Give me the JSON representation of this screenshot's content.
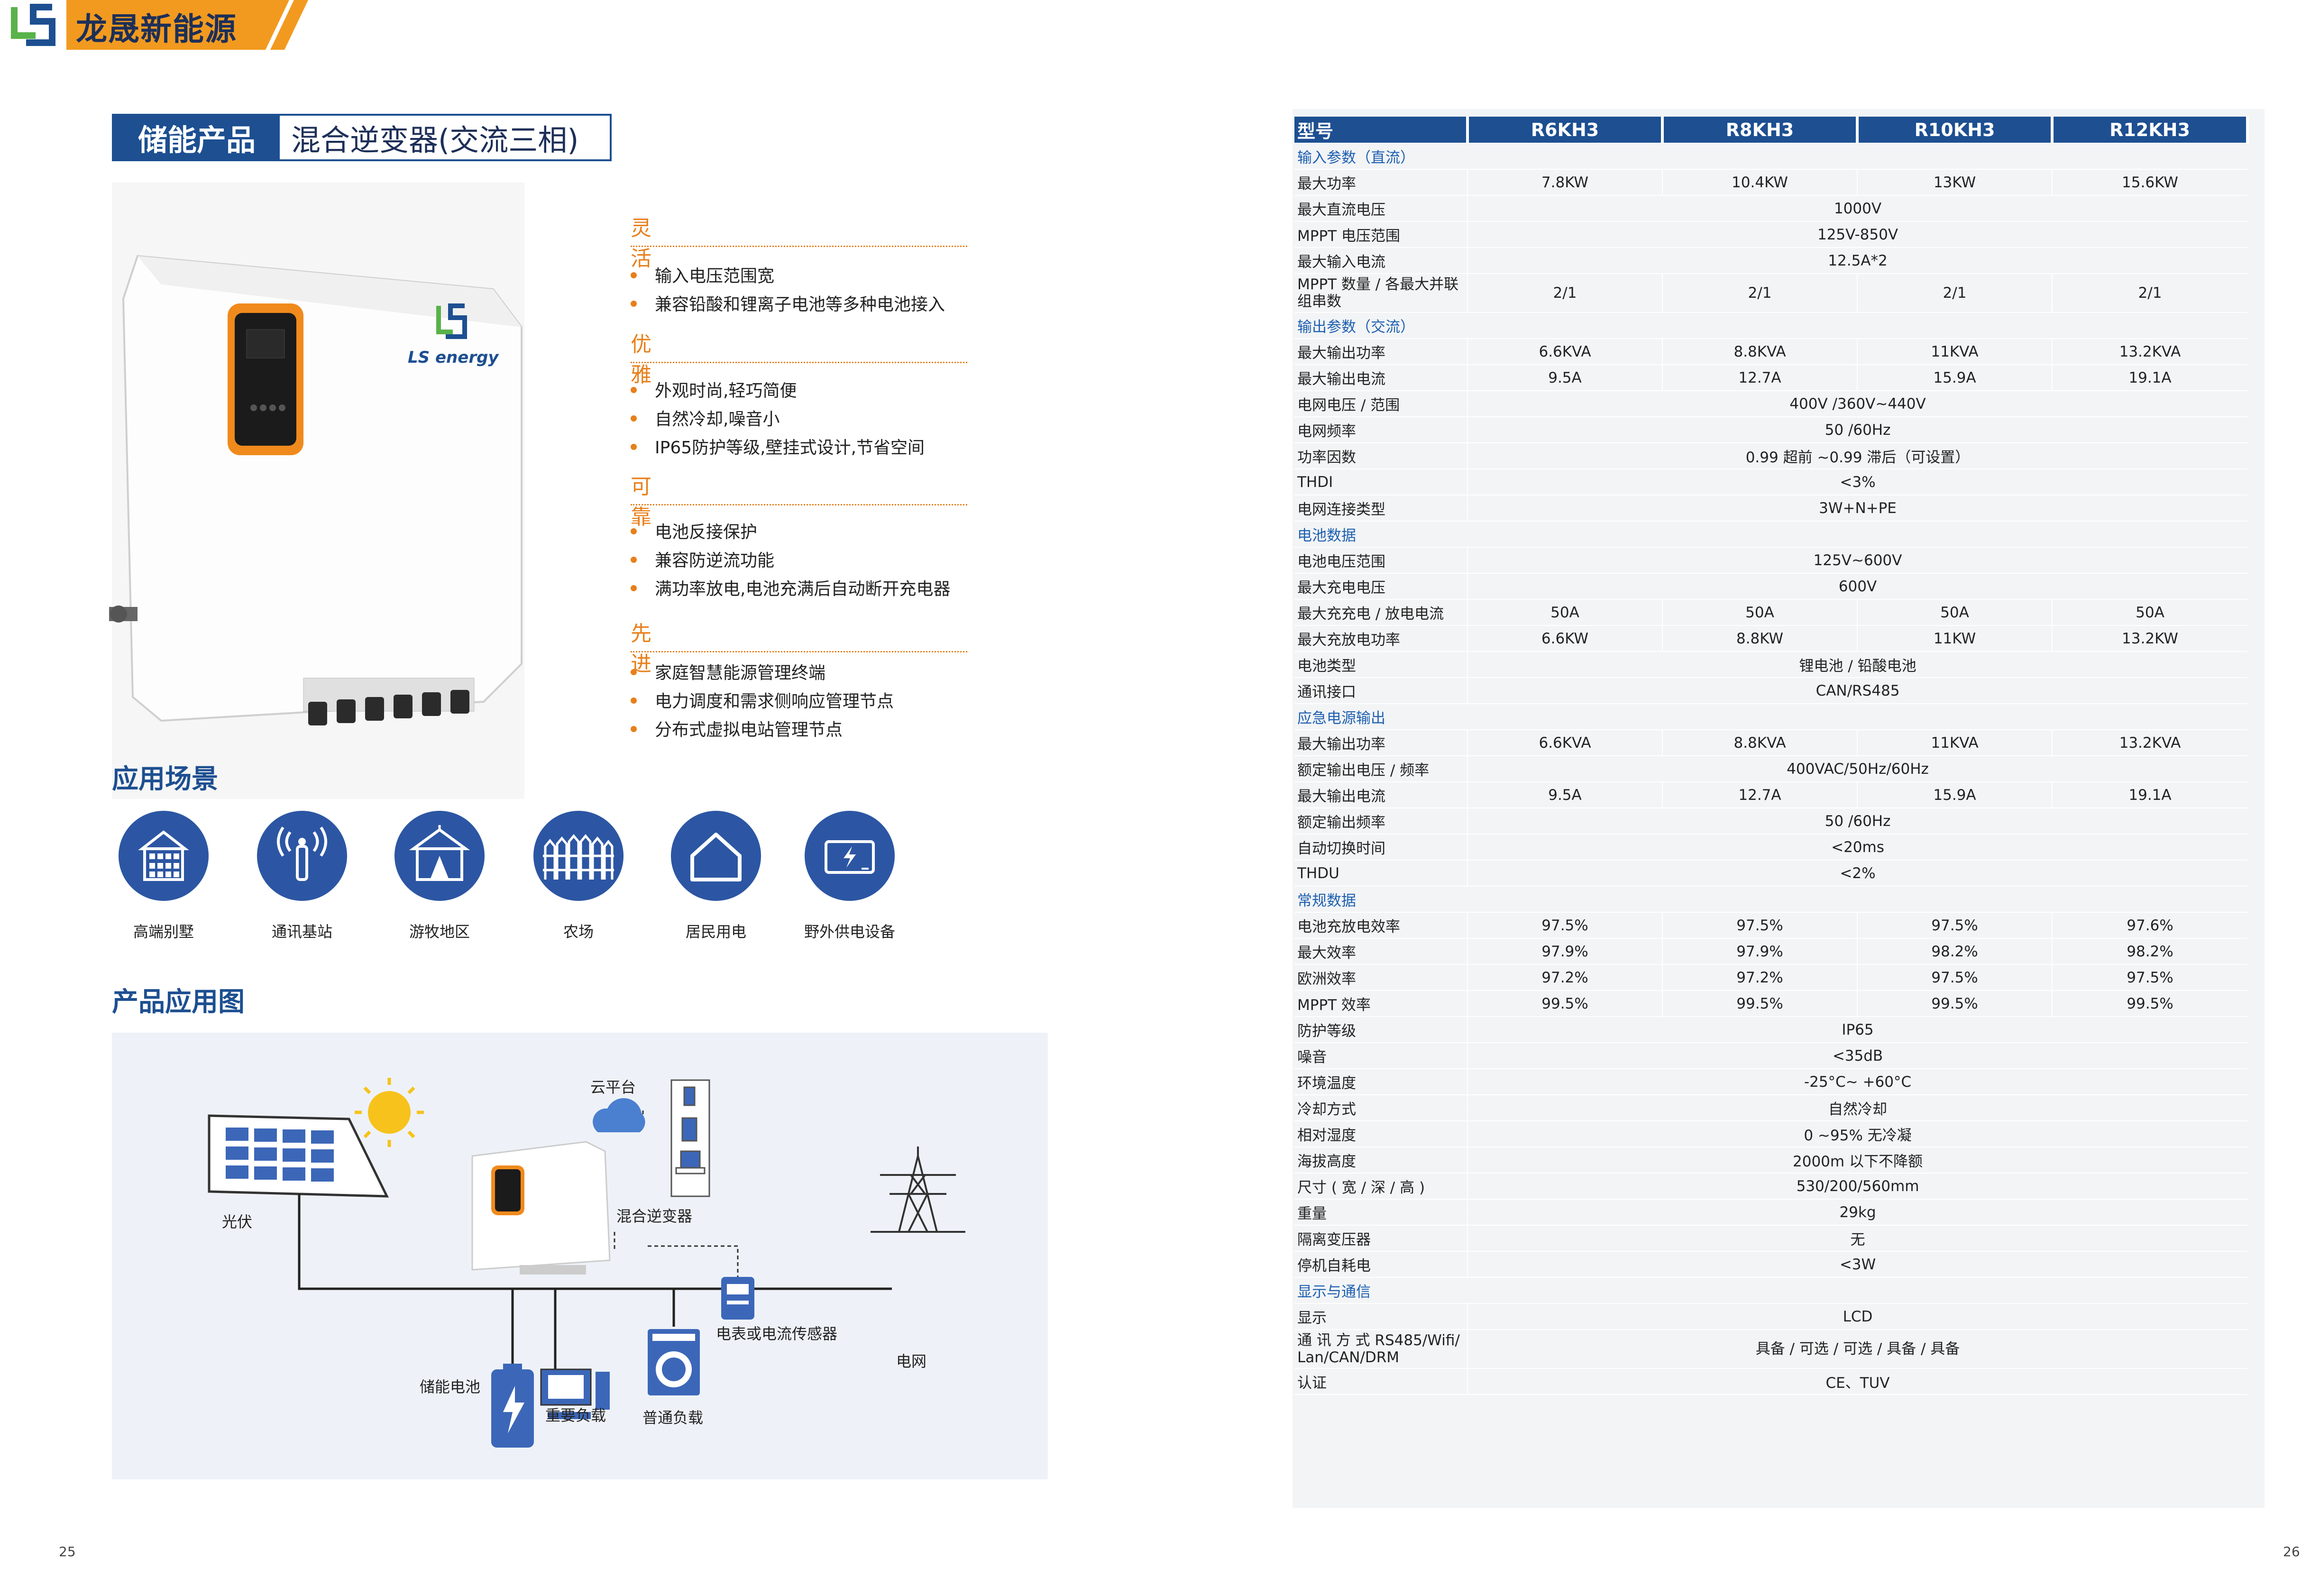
{
  "header": {
    "brand": "龙晟新能源",
    "logo_letters": "LS"
  },
  "title": {
    "category": "储能产品",
    "product": "混合逆变器(交流三相)"
  },
  "product_image": {
    "panel_logo_text": "LS energy"
  },
  "features": [
    {
      "heading": "灵活",
      "items": [
        "输入电压范围宽",
        "兼容铅酸和锂离子电池等多种电池接入"
      ]
    },
    {
      "heading": "优雅",
      "items": [
        "外观时尚,轻巧简便",
        "自然冷却,噪音小",
        "IP65防护等级,壁挂式设计,节省空间"
      ]
    },
    {
      "heading": "可靠",
      "items": [
        "电池反接保护",
        "兼容防逆流功能",
        "满功率放电,电池充满后自动断开充电器"
      ]
    },
    {
      "heading": "先进",
      "items": [
        "家庭智慧能源管理终端",
        "电力调度和需求侧响应管理节点",
        "分布式虚拟电站管理节点"
      ]
    }
  ],
  "scenes": {
    "title": "应用场景",
    "items": [
      {
        "label": "高端别墅",
        "icon": "villa-icon"
      },
      {
        "label": "通讯基站",
        "icon": "signal-tower-icon"
      },
      {
        "label": "游牧地区",
        "icon": "tent-icon"
      },
      {
        "label": "农场",
        "icon": "fence-icon"
      },
      {
        "label": "居民用电",
        "icon": "house-icon"
      },
      {
        "label": "野外供电设备",
        "icon": "outdoor-power-icon"
      }
    ]
  },
  "diagram": {
    "title": "产品应用图",
    "labels": {
      "pv": "光伏",
      "cloud": "云平台",
      "inverter": "混合逆变器",
      "battery": "储能电池",
      "critical_load": "重要负载",
      "normal_load": "普通负载",
      "meter": "电表或电流传感器",
      "grid": "电网"
    }
  },
  "spec": {
    "header": [
      "型号",
      "R6KH3",
      "R8KH3",
      "R10KH3",
      "R12KH3"
    ],
    "rows": [
      {
        "type": "section",
        "label": "输入参数（直流）"
      },
      {
        "label": "最大功率",
        "values": [
          "7.8KW",
          "10.4KW",
          "13KW",
          "15.6KW"
        ]
      },
      {
        "label": "最大直流电压",
        "value": "1000V"
      },
      {
        "label": "MPPT 电压范围",
        "value": "125V-850V"
      },
      {
        "label": "最大输入电流",
        "value": "12.5A*2"
      },
      {
        "label": "MPPT 数量 / 各最大并联组串数",
        "values": [
          "2/1",
          "2/1",
          "2/1",
          "2/1"
        ],
        "tall": true
      },
      {
        "type": "section",
        "label": "输出参数（交流）"
      },
      {
        "label": "最大输出功率",
        "values": [
          "6.6KVA",
          "8.8KVA",
          "11KVA",
          "13.2KVA"
        ]
      },
      {
        "label": "最大输出电流",
        "values": [
          "9.5A",
          "12.7A",
          "15.9A",
          "19.1A"
        ]
      },
      {
        "label": "电网电压 / 范围",
        "value": "400V /360V~440V"
      },
      {
        "label": "电网频率",
        "value": "50 /60Hz"
      },
      {
        "label": "功率因数",
        "value": "0.99 超前 ~0.99 滞后（可设置）"
      },
      {
        "label": "THDI",
        "value": "<3%"
      },
      {
        "label": "电网连接类型",
        "value": "3W+N+PE"
      },
      {
        "type": "section",
        "label": "电池数据"
      },
      {
        "label": "电池电压范围",
        "value": "125V~600V"
      },
      {
        "label": "最大充电电压",
        "value": "600V"
      },
      {
        "label": "最大充充电 / 放电电流",
        "values": [
          "50A",
          "50A",
          "50A",
          "50A"
        ]
      },
      {
        "label": "最大充放电功率",
        "values": [
          "6.6KW",
          "8.8KW",
          "11KW",
          "13.2KW"
        ]
      },
      {
        "label": "电池类型",
        "value": "锂电池 / 铅酸电池"
      },
      {
        "label": "通讯接口",
        "value": "CAN/RS485"
      },
      {
        "type": "section",
        "label": "应急电源输出"
      },
      {
        "label": "最大输出功率",
        "values": [
          "6.6KVA",
          "8.8KVA",
          "11KVA",
          "13.2KVA"
        ]
      },
      {
        "label": "额定输出电压 / 频率",
        "value": "400VAC/50Hz/60Hz"
      },
      {
        "label": "最大输出电流",
        "values": [
          "9.5A",
          "12.7A",
          "15.9A",
          "19.1A"
        ]
      },
      {
        "label": "额定输出频率",
        "value": "50 /60Hz"
      },
      {
        "label": "自动切换时间",
        "value": "<20ms"
      },
      {
        "label": "THDU",
        "value": "<2%"
      },
      {
        "type": "section",
        "label": "常规数据"
      },
      {
        "label": "电池充放电效率",
        "values": [
          "97.5%",
          "97.5%",
          "97.5%",
          "97.6%"
        ]
      },
      {
        "label": "最大效率",
        "values": [
          "97.9%",
          "97.9%",
          "98.2%",
          "98.2%"
        ]
      },
      {
        "label": "欧洲效率",
        "values": [
          "97.2%",
          "97.2%",
          "97.5%",
          "97.5%"
        ]
      },
      {
        "label": "MPPT 效率",
        "values": [
          "99.5%",
          "99.5%",
          "99.5%",
          "99.5%"
        ]
      },
      {
        "label": "防护等级",
        "value": "IP65"
      },
      {
        "label": "噪音",
        "value": "<35dB"
      },
      {
        "label": "环境温度",
        "value": "-25°C~ +60°C"
      },
      {
        "label": "冷却方式",
        "value": "自然冷却"
      },
      {
        "label": "相对湿度",
        "value": "0 ~95% 无冷凝"
      },
      {
        "label": "海拔高度",
        "value": "2000m 以下不降额"
      },
      {
        "label": "尺寸 ( 宽 / 深 / 高 )",
        "value": "530/200/560mm"
      },
      {
        "label": "重量",
        "value": "29kg"
      },
      {
        "label": "隔离变压器",
        "value": "无"
      },
      {
        "label": "停机自耗电",
        "value": "<3W"
      },
      {
        "type": "section",
        "label": "显示与通信"
      },
      {
        "label": "显示",
        "value": "LCD"
      },
      {
        "label": "通 讯 方 式 RS485/Wifi/ Lan/CAN/DRM",
        "value": "具备 / 可选 / 可选 / 具备 / 具备",
        "tall": true
      },
      {
        "label": "认证",
        "value": "CE、TUV"
      }
    ]
  },
  "pages": {
    "left": "25",
    "right": "26"
  },
  "colors": {
    "brand_blue": "#1d4f91",
    "accent_orange": "#e87f1a",
    "section_blue": "#1d5fb0"
  }
}
